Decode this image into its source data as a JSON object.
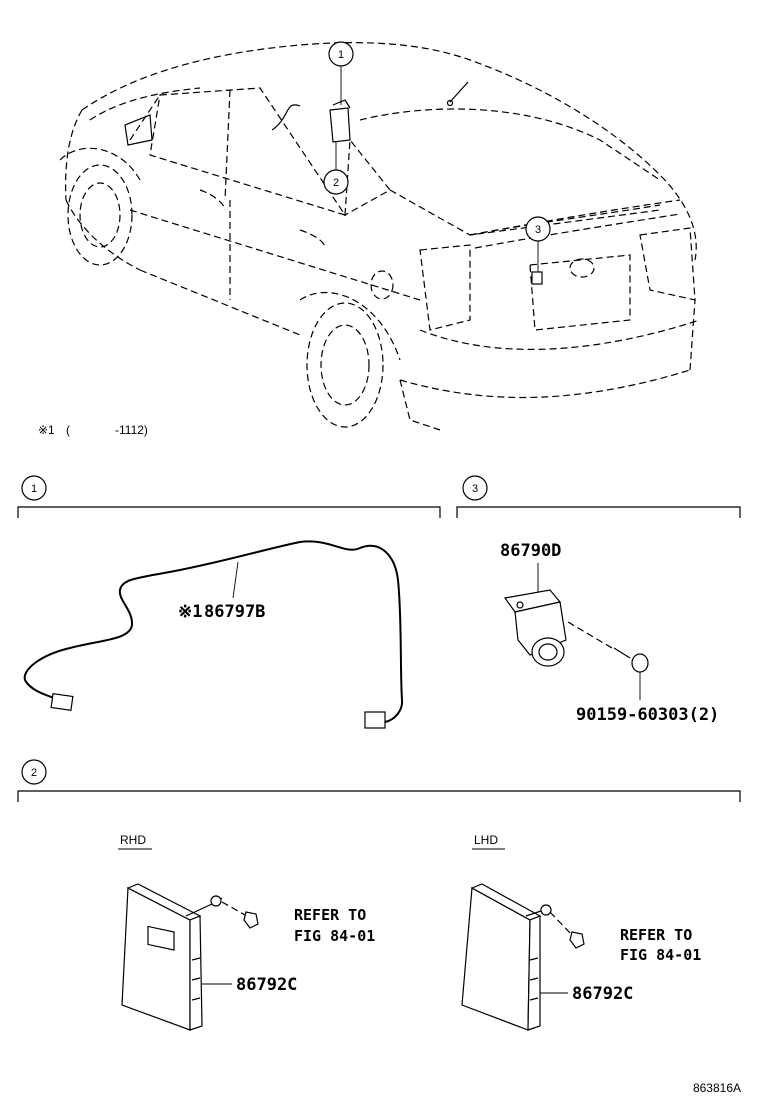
{
  "overview": {
    "callouts": [
      "1",
      "2",
      "3"
    ],
    "note_mark": "※1",
    "note_open": "(",
    "note_range": "-1112)"
  },
  "section1": {
    "number": "1",
    "part_prefix": "※1",
    "part_number": "86797B"
  },
  "section3": {
    "number": "3",
    "part_number": "86790D",
    "bolt_number": "90159-60303(2)"
  },
  "section2": {
    "number": "2",
    "rhd": {
      "label": "RHD",
      "ref_line1": "REFER TO",
      "ref_line2": "FIG 84-01",
      "part_number": "86792C"
    },
    "lhd": {
      "label": "LHD",
      "ref_line1": "REFER TO",
      "ref_line2": "FIG 84-01",
      "part_number": "86792C"
    }
  },
  "figure_code": "863816A"
}
